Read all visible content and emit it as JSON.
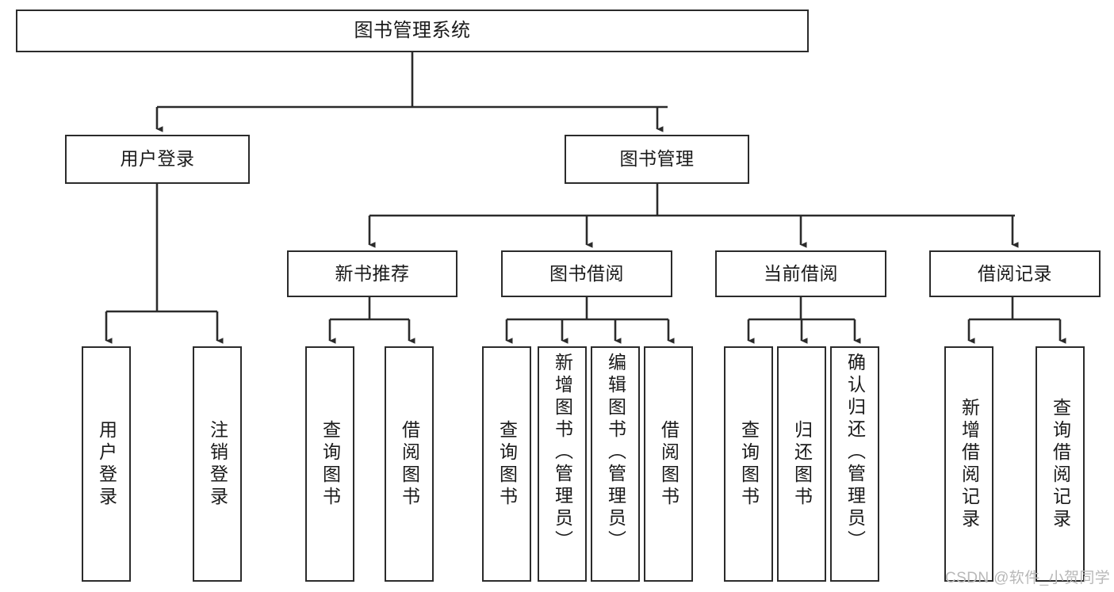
{
  "diagram": {
    "type": "tree-hierarchy-chart",
    "title": "图书管理系统",
    "line_color": "#2b2b2b",
    "box_fill": "#ffffff",
    "text_color": "#1a1a1a",
    "nodes": {
      "root": {
        "label": "图书管理系统"
      },
      "level2": [
        {
          "id": "user-login",
          "label": "用户登录"
        },
        {
          "id": "book-management",
          "label": "图书管理"
        }
      ],
      "level3": [
        {
          "id": "new-book-recommend",
          "label": "新书推荐"
        },
        {
          "id": "book-borrow",
          "label": "图书借阅"
        },
        {
          "id": "current-borrow",
          "label": "当前借阅"
        },
        {
          "id": "borrow-record",
          "label": "借阅记录"
        }
      ],
      "leaves": [
        {
          "id": "leaf-user-login",
          "parent": "user-login",
          "label": "用户登录"
        },
        {
          "id": "leaf-logout-login",
          "parent": "user-login",
          "label": "注销登录"
        },
        {
          "id": "leaf-query-book-1",
          "parent": "new-book-recommend",
          "label": "查询图书"
        },
        {
          "id": "leaf-borrow-book-1",
          "parent": "new-book-recommend",
          "label": "借阅图书"
        },
        {
          "id": "leaf-query-book-2",
          "parent": "book-borrow",
          "label": "查询图书"
        },
        {
          "id": "leaf-add-book-admin",
          "parent": "book-borrow",
          "label": "新增图书（管理员）"
        },
        {
          "id": "leaf-edit-book-admin",
          "parent": "book-borrow",
          "label": "编辑图书（管理员）"
        },
        {
          "id": "leaf-borrow-book-2",
          "parent": "book-borrow",
          "label": "借阅图书"
        },
        {
          "id": "leaf-query-book-3",
          "parent": "current-borrow",
          "label": "查询图书"
        },
        {
          "id": "leaf-return-book",
          "parent": "current-borrow",
          "label": "归还图书"
        },
        {
          "id": "leaf-confirm-return-admin",
          "parent": "current-borrow",
          "label": "确认归还（管理员）"
        },
        {
          "id": "leaf-add-borrow-record",
          "parent": "borrow-record",
          "label": "新增借阅记录"
        },
        {
          "id": "leaf-query-borrow-record",
          "parent": "borrow-record",
          "label": "查询借阅记录"
        }
      ]
    }
  },
  "watermark": {
    "text": "CSDN @软件_小贺同学"
  }
}
